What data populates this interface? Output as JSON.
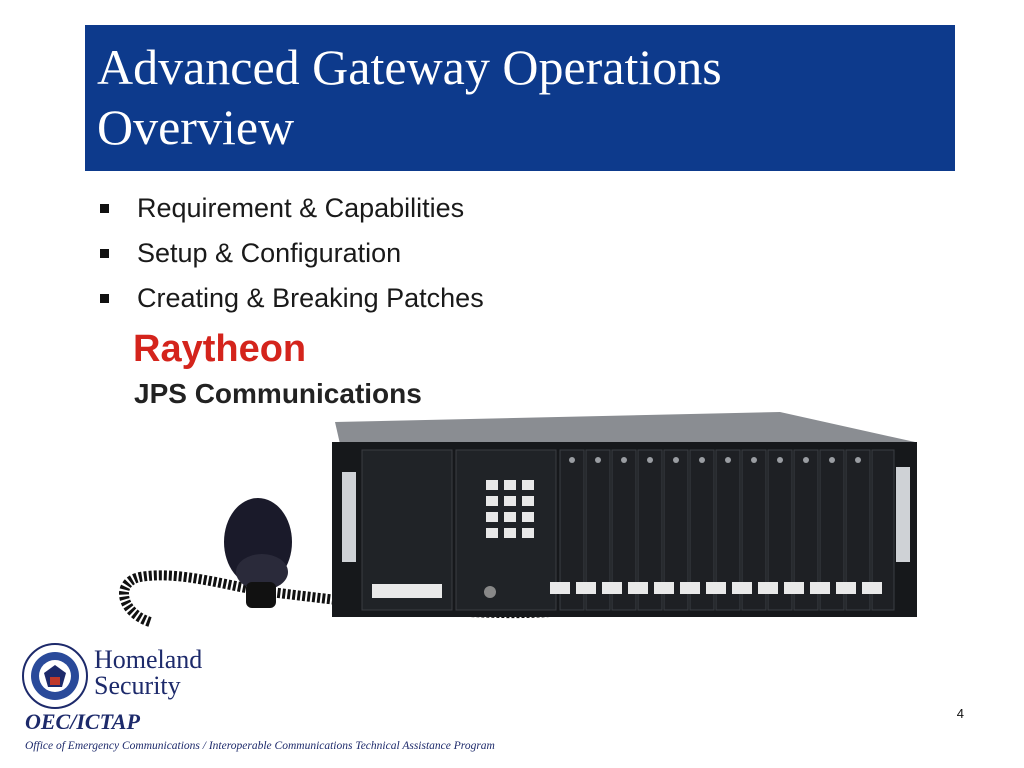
{
  "slide": {
    "title_line1": "Advanced Gateway Operations",
    "title_line2": "Overview",
    "bullets": [
      {
        "text": "Requirement & Capabilities"
      },
      {
        "text": "Setup & Configuration"
      },
      {
        "text": "Creating & Breaking Patches"
      }
    ],
    "page_number": "4"
  },
  "logos": {
    "raytheon": "Raytheon",
    "jps": "JPS Communications"
  },
  "footer": {
    "dept_line1": "Homeland",
    "dept_line2": "Security",
    "program": "OEC/ICTAP",
    "office": "Office of Emergency Communications / Interoperable Communications Technical Assistance Program"
  },
  "colors": {
    "title_bg": "#0d3a8c",
    "raytheon_red": "#d4241c",
    "footer_navy": "#1d2a6b"
  }
}
